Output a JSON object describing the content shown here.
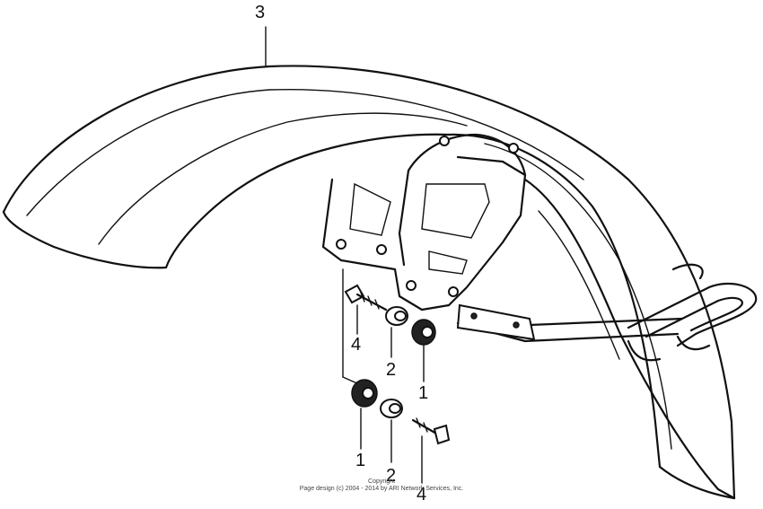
{
  "callouts": {
    "fender": "3",
    "grommet_upper": "1",
    "grommet_lower": "1",
    "collar_upper": "2",
    "collar_lower": "2",
    "bolt_upper": "4",
    "bolt_lower": "4"
  },
  "copyright": {
    "line1": "Copyright",
    "line2": "Page design (c) 2004 - 2014 by ARI Network Services, Inc."
  }
}
